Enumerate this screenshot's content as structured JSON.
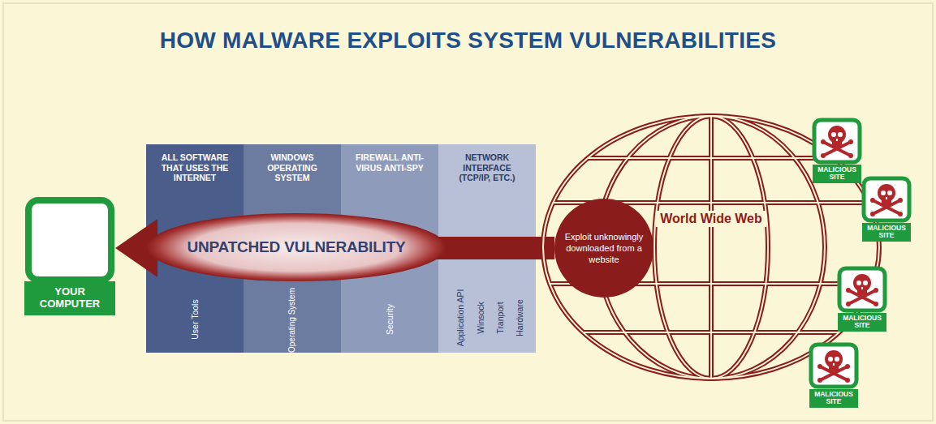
{
  "diagram": {
    "title": "HOW MALWARE EXPLOITS SYSTEM VULNERABILITIES",
    "nodes": [
      {
        "text": [
          "YOUR COMPUTER"
        ]
      },
      {
        "text": [
          "ALL SOFTWARE THAT USES THE INTERNET",
          "User Tools"
        ]
      },
      {
        "text": [
          "WINDOWS OPERATING SYSTEM",
          "Operating System"
        ]
      },
      {
        "text": [
          "FIREWALL ANTI-VIRUS ANTI-SPY",
          "Security"
        ]
      },
      {
        "text": [
          "NETWORK INTERFACE (TCP/IP, ETC.)",
          "Application API",
          "Winsock",
          "Tranport",
          "Hardware"
        ]
      },
      {
        "text": [
          "UNPATCHED VULNERABILITY"
        ]
      },
      {
        "text": [
          "Exploit unknowingly downloaded from a website"
        ]
      },
      {
        "text": [
          "World Wide Web"
        ]
      },
      {
        "text": [
          "MALICIOUS SITE"
        ]
      },
      {
        "text": [
          "MALICIOUS SITE"
        ]
      },
      {
        "text": [
          "MALICIOUS SITE"
        ]
      },
      {
        "text": [
          "MALICIOUS SITE"
        ]
      }
    ],
    "edges": [
      {
        "from": 6,
        "to": 0,
        "arrow": "to"
      }
    ]
  }
}
